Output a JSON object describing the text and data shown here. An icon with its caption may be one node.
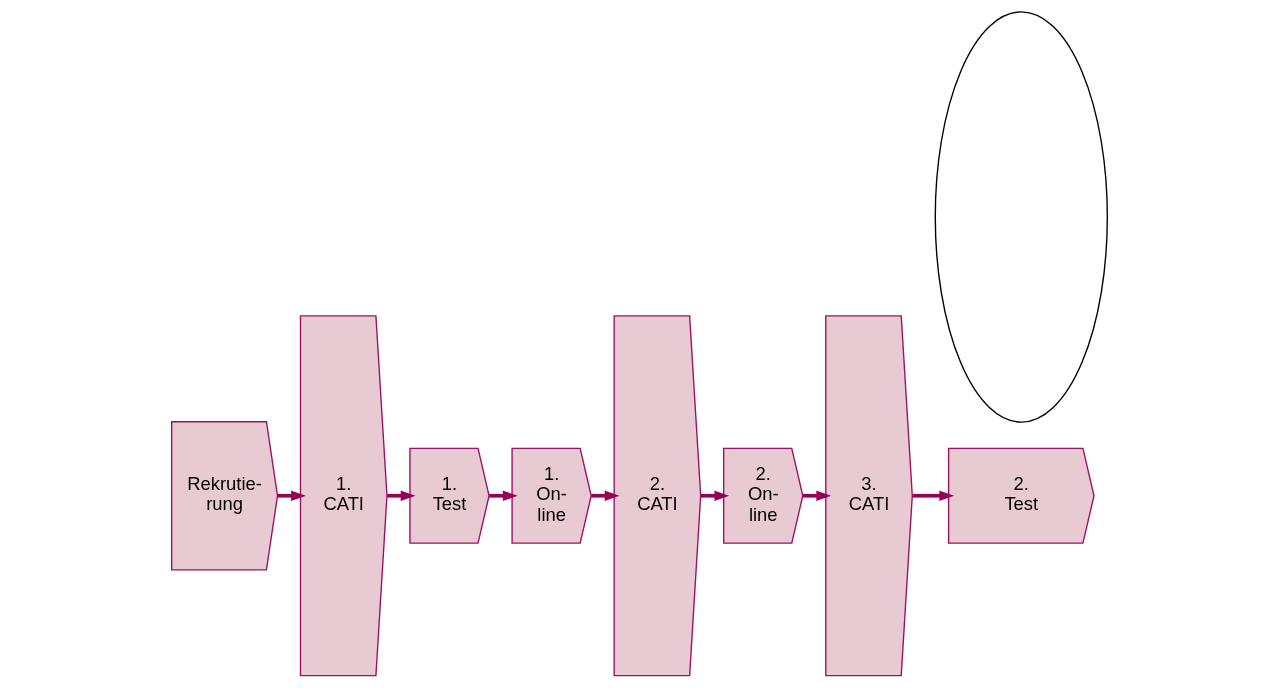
{
  "diagram": {
    "nodes": [
      {
        "text": [
          "Rekrutie- rung"
        ]
      },
      {
        "text": [
          "1. CATI"
        ]
      },
      {
        "text": [
          "1. Test"
        ]
      },
      {
        "text": [
          "1. On- line"
        ]
      },
      {
        "text": [
          "2. CATI"
        ]
      },
      {
        "text": [
          "2. On- line"
        ]
      },
      {
        "text": [
          "3. CATI"
        ]
      },
      {
        "text": [
          "2. Test"
        ]
      },
      {
        "text": [],
        "shape": "ellipse"
      }
    ],
    "edges": [
      {
        "from": 0,
        "to": 1,
        "arrow": "to"
      },
      {
        "from": 1,
        "to": 2,
        "arrow": "to"
      },
      {
        "from": 2,
        "to": 3,
        "arrow": "to"
      },
      {
        "from": 3,
        "to": 4,
        "arrow": "to"
      },
      {
        "from": 4,
        "to": 5,
        "arrow": "to"
      },
      {
        "from": 5,
        "to": 6,
        "arrow": "to"
      },
      {
        "from": 6,
        "to": 7,
        "arrow": "to"
      }
    ]
  }
}
